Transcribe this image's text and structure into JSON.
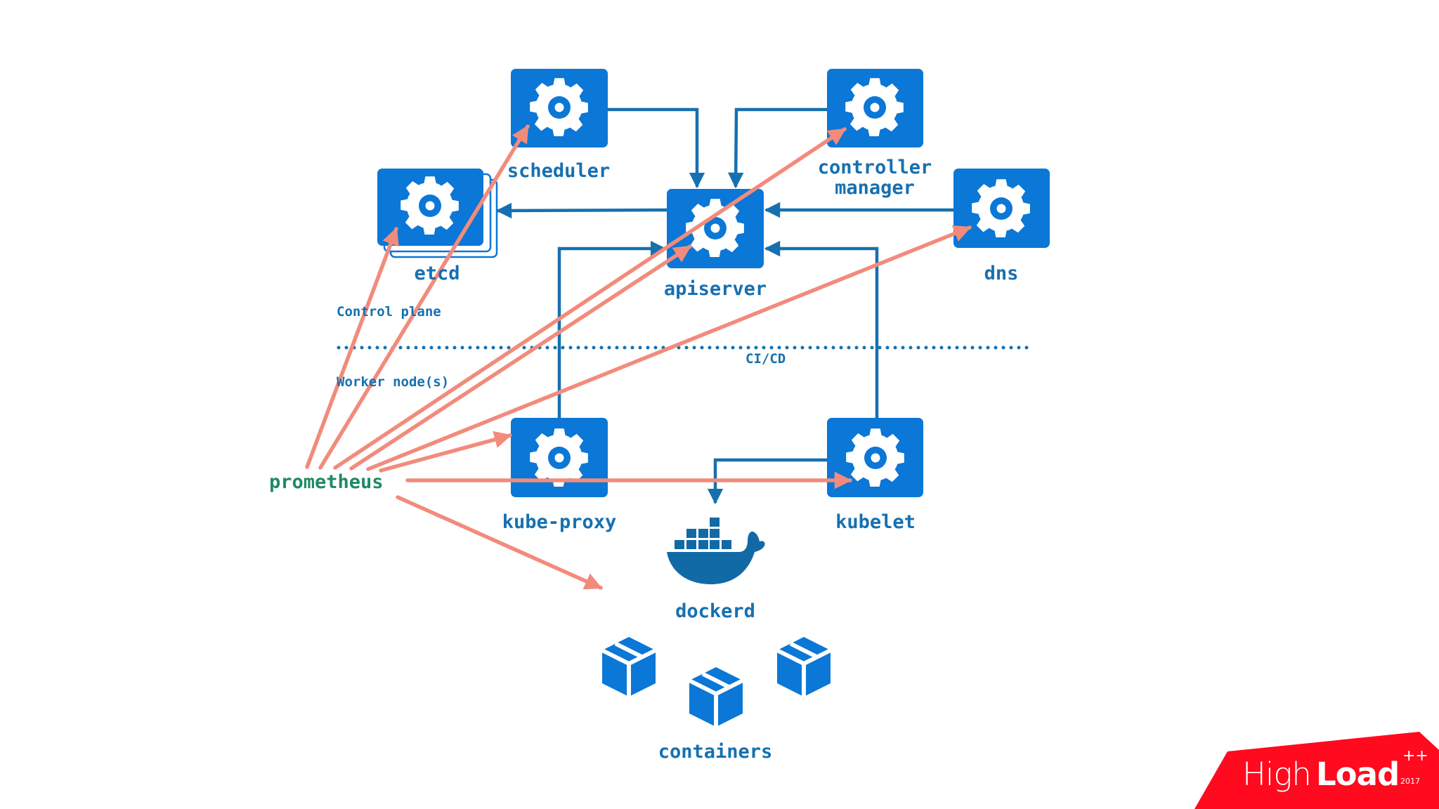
{
  "colors": {
    "box": "#0b77d6",
    "connector": "#1670b0",
    "scrape_arrow": "#f28b7c",
    "prometheus_text": "#1f8a63",
    "docker": "#116aa6",
    "brand_red": "#ff0a1e"
  },
  "components": {
    "scheduler": {
      "label": "scheduler",
      "icon": "gear-icon"
    },
    "controller_manager": {
      "label_line1": "controller",
      "label_line2": "manager",
      "icon": "gear-icon"
    },
    "etcd": {
      "label": "etcd",
      "icon": "gear-icon"
    },
    "apiserver": {
      "label": "apiserver",
      "icon": "gear-icon"
    },
    "dns": {
      "label": "dns",
      "icon": "gear-icon"
    },
    "kube_proxy": {
      "label": "kube-proxy",
      "icon": "gear-icon"
    },
    "kubelet": {
      "label": "kubelet",
      "icon": "gear-icon"
    },
    "dockerd": {
      "label": "dockerd",
      "icon": "docker-whale-icon"
    },
    "containers": {
      "label": "containers",
      "icon": "box-icon",
      "count": 3
    },
    "prometheus": {
      "label": "prometheus"
    }
  },
  "zones": {
    "control_plane": "Control plane",
    "worker_nodes": "Worker node(s)",
    "cicd": "CI/CD"
  },
  "edges": {
    "control": [
      {
        "from": "scheduler",
        "to": "apiserver"
      },
      {
        "from": "controller_manager",
        "to": "apiserver"
      },
      {
        "from": "apiserver",
        "to": "etcd"
      },
      {
        "from": "dns",
        "to": "apiserver"
      },
      {
        "from": "kube_proxy",
        "to": "apiserver"
      },
      {
        "from": "kubelet",
        "to": "apiserver"
      },
      {
        "from": "kubelet",
        "to": "dockerd"
      }
    ],
    "scrape": [
      {
        "from": "prometheus",
        "to": "etcd"
      },
      {
        "from": "prometheus",
        "to": "scheduler"
      },
      {
        "from": "prometheus",
        "to": "controller_manager"
      },
      {
        "from": "prometheus",
        "to": "apiserver"
      },
      {
        "from": "prometheus",
        "to": "dns"
      },
      {
        "from": "prometheus",
        "to": "kube_proxy"
      },
      {
        "from": "prometheus",
        "to": "kubelet"
      },
      {
        "from": "prometheus",
        "to": "dockerd"
      }
    ]
  },
  "logo": {
    "brand_light": "High",
    "brand_bold": "Load",
    "superscript": "++",
    "year": "2017"
  }
}
